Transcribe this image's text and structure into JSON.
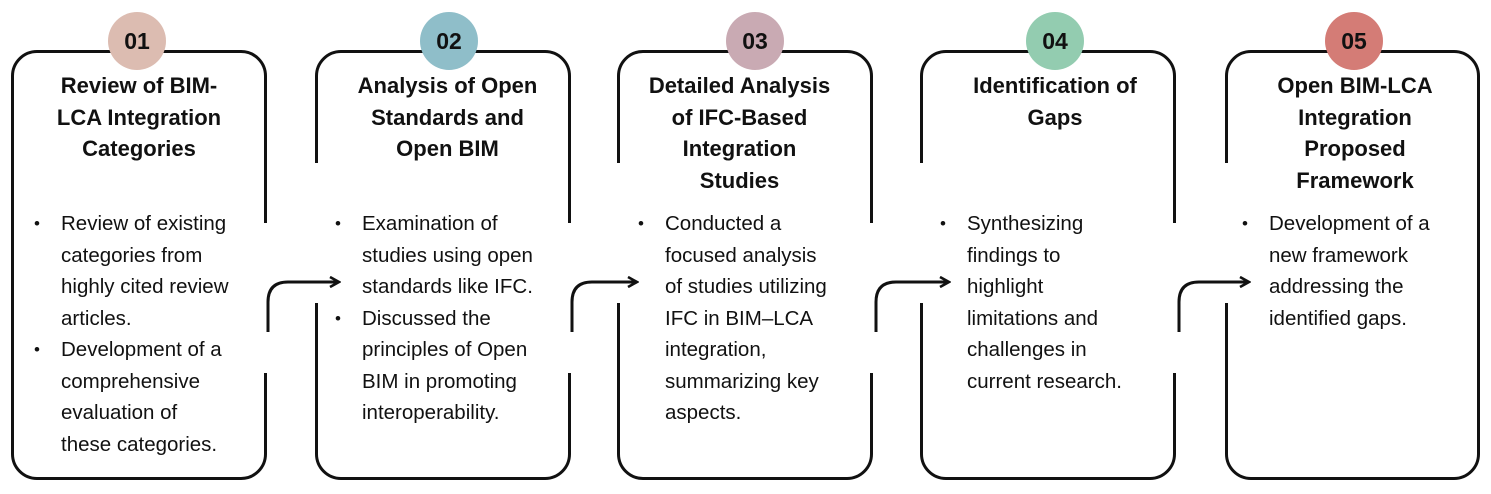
{
  "steps": [
    {
      "number": "01",
      "badge_color": "#dcbcb1",
      "title_lines": [
        "Review of BIM-",
        "LCA Integration",
        "Categories"
      ],
      "bullets": [
        [
          "Review of existing",
          "categories from",
          "highly cited review",
          "articles."
        ],
        [
          "Development of a",
          "comprehensive",
          "evaluation of",
          "these categories."
        ]
      ]
    },
    {
      "number": "02",
      "badge_color": "#8fbec9",
      "title_lines": [
        "Analysis of Open",
        "Standards and",
        "Open BIM"
      ],
      "bullets": [
        [
          "Examination of",
          "studies using open",
          "standards like IFC."
        ],
        [
          "Discussed the",
          "principles of Open",
          "BIM in promoting",
          "interoperability."
        ]
      ]
    },
    {
      "number": "03",
      "badge_color": "#c9aab3",
      "title_lines": [
        "Detailed Analysis",
        "of IFC-Based",
        "Integration",
        "Studies"
      ],
      "bullets": [
        [
          "Conducted a",
          "focused analysis",
          "of studies utilizing",
          "IFC in BIM–LCA",
          "integration,",
          "summarizing key",
          "aspects."
        ]
      ]
    },
    {
      "number": "04",
      "badge_color": "#93ccb0",
      "title_lines": [
        "Identification of",
        "Gaps"
      ],
      "bullets": [
        [
          "Synthesizing",
          "findings to",
          "highlight",
          "limitations and",
          "challenges in",
          "current research."
        ]
      ]
    },
    {
      "number": "05",
      "badge_color": "#d47c76",
      "title_lines": [
        "Open BIM-LCA",
        "Integration",
        "Proposed",
        "Framework"
      ],
      "bullets": [
        [
          "Development of a",
          "new framework",
          "addressing the",
          "identified gaps."
        ]
      ]
    }
  ]
}
